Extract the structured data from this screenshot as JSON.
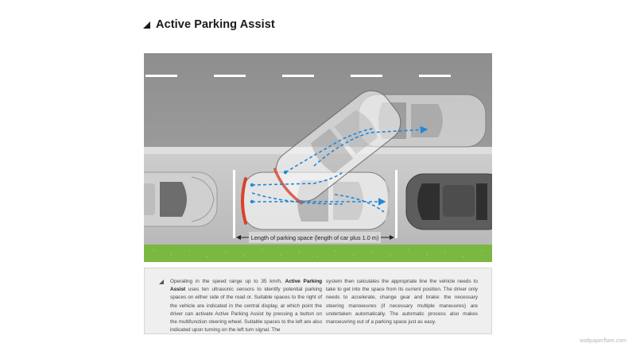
{
  "header": {
    "title": "Active Parking Assist"
  },
  "diagram": {
    "measure_label": "Length of parking space (length of car plus 1.0 m)"
  },
  "info": {
    "col1_lead": "Operating in the speed range up to 35 km/h,",
    "col1_bold": "Active Parking Assist",
    "col1_rest": "uses ten ultrasonic sensors to identify potential parking spaces on either side of the road or. Suitable spaces to the right of the vehicle are indicated in the central display, at which point the driver can activate Active Parking Assist by pressing a button on the multifunction steering wheel. Suitable spaces to the left are also indicated upon turning on the left turn signal. The",
    "col2": "system then calculates the appropriate line the vehicle needs to take to get into the space from its current position. The driver only needs to accelerate, change gear and brake: the necessary steering manoeuvres (if necessary multiple maneuvres) are undertaken automatically. The automatic process also makes manoeuvring out of a parking space just as easy."
  },
  "watermark": "wallpaperflare.com",
  "colors": {
    "road": "#878787",
    "sidewalk": "#c4c4c4",
    "lane_marking": "#ffffff",
    "grass": "#7ab841",
    "path_arrow": "#1f88d9",
    "sensor": "#d8432d",
    "dark_car": "#595959"
  }
}
